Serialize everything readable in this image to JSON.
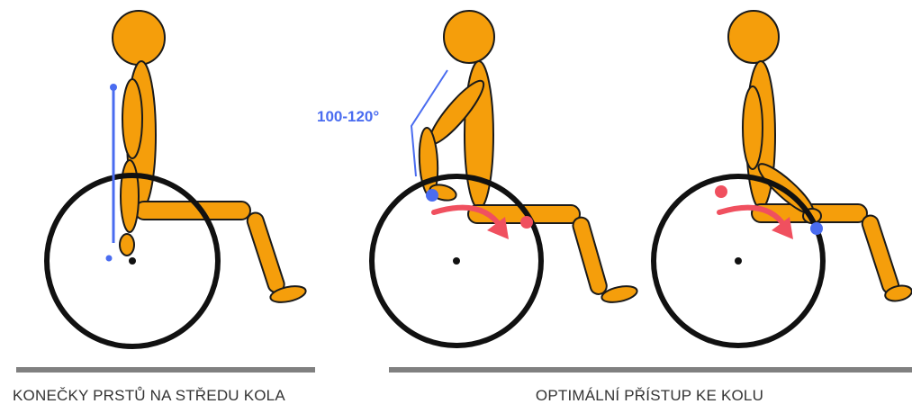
{
  "captions": {
    "left": "KONEČKY PRSTŮ NA STŘEDU KOLA",
    "right": "OPTIMÁLNÍ PŘÍSTUP KE KOLU"
  },
  "annotations": {
    "angle": "100-120°"
  },
  "colors": {
    "body": "#f59e0b",
    "outline": "#1a1a1a",
    "wheel": "#111111",
    "ground": "#808080",
    "blue_marker": "#4a6cf0",
    "red_marker": "#f0505f"
  }
}
